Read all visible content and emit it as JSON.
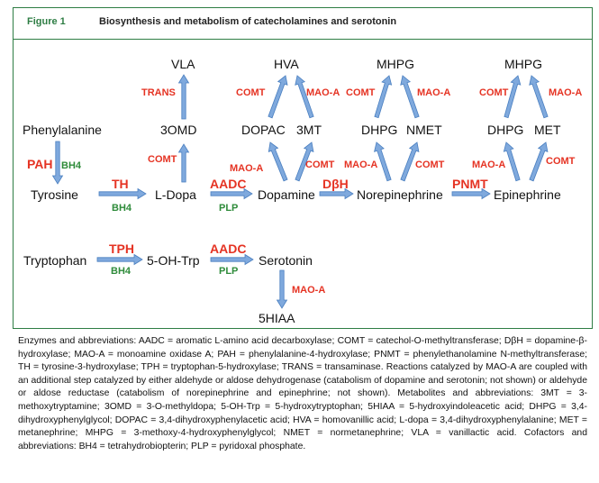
{
  "figure": {
    "label": "Figure 1",
    "title": "Biosynthesis and metabolism of catecholamines and serotonin"
  },
  "compounds": {
    "phenylalanine": "Phenylalanine",
    "tyrosine": "Tyrosine",
    "ldopa": "L-Dopa",
    "threeomd": "3OMD",
    "vla": "VLA",
    "dopamine": "Dopamine",
    "dopac": "DOPAC",
    "threemt": "3MT",
    "hva": "HVA",
    "norepinephrine": "Norepinephrine",
    "dhpg_ne": "DHPG",
    "nmet": "NMET",
    "mhpg_ne": "MHPG",
    "epinephrine": "Epinephrine",
    "dhpg_epi": "DHPG",
    "met": "MET",
    "mhpg_epi": "MHPG",
    "tryptophan": "Tryptophan",
    "ohtrp": "5-OH-Trp",
    "serotonin": "Serotonin",
    "hiaa": "5HIAA"
  },
  "enzymes": {
    "pah": "PAH",
    "th": "TH",
    "trans": "TRANS",
    "comt_ldopa": "COMT",
    "aadc_da": "AADC",
    "dbh": "DβH",
    "pnmt": "PNMT",
    "maoa_dopac": "MAO-A",
    "comt_3mt": "COMT",
    "comt_hva": "COMT",
    "maoa_hva": "MAO-A",
    "maoa_dhpg": "MAO-A",
    "comt_nmet": "COMT",
    "comt_mhpg": "COMT",
    "maoa_mhpg": "MAO-A",
    "maoa_dhpg2": "MAO-A",
    "comt_met": "COMT",
    "comt_mhpg2": "COMT",
    "maoa_mhpg2": "MAO-A",
    "tph": "TPH",
    "aadc_ser": "AADC",
    "maoa_hiaa": "MAO-A"
  },
  "cofactors": {
    "bh4_pah": "BH4",
    "bh4_th": "BH4",
    "plp_da": "PLP",
    "bh4_tph": "BH4",
    "plp_ser": "PLP"
  },
  "colors": {
    "arrow_fill": "#7fa9dd",
    "arrow_stroke": "#4a7fc0",
    "enzyme": "#e53323",
    "cofactor": "#2e8b3a",
    "frame": "#2e7d44"
  },
  "caption": "Enzymes and abbreviations: AADC = aromatic L-amino acid decarboxylase; COMT = catechol-O-methyltransferase; DβH = dopamine-β-hydroxylase; MAO-A = monoamine oxidase A; PAH = phenylalanine-4-hydroxylase; PNMT = phenylethanolamine N-methyltransferase; TH = tyrosine-3-hydroxylase; TPH = tryptophan-5-hydroxylase; TRANS = transaminase. Reactions catalyzed by MAO-A are coupled with an additional step catalyzed by either aldehyde or aldose dehydrogenase (catabolism of dopamine and serotonin; not shown) or aldehyde or aldose reductase (catabolism of norepinephrine and epinephrine; not shown). Metabolites and abbreviations: 3MT = 3-methoxytryptamine; 3OMD = 3-O-methyldopa; 5-OH-Trp = 5-hydroxytryptophan; 5HIAA = 5-hydroxyindoleacetic acid; DHPG = 3,4-dihydroxyphenylglycol; DOPAC = 3,4-dihydroxyphenylacetic acid; HVA = homovanillic acid; L-dopa = 3,4-dihydroxyphenylalanine; MET = metanephrine; MHPG = 3-methoxy-4-hydroxyphenylglycol; NMET = normetanephrine; VLA = vanillactic acid. Cofactors and abbreviations: BH4 = tetrahydrobiopterin; PLP = pyridoxal phosphate."
}
